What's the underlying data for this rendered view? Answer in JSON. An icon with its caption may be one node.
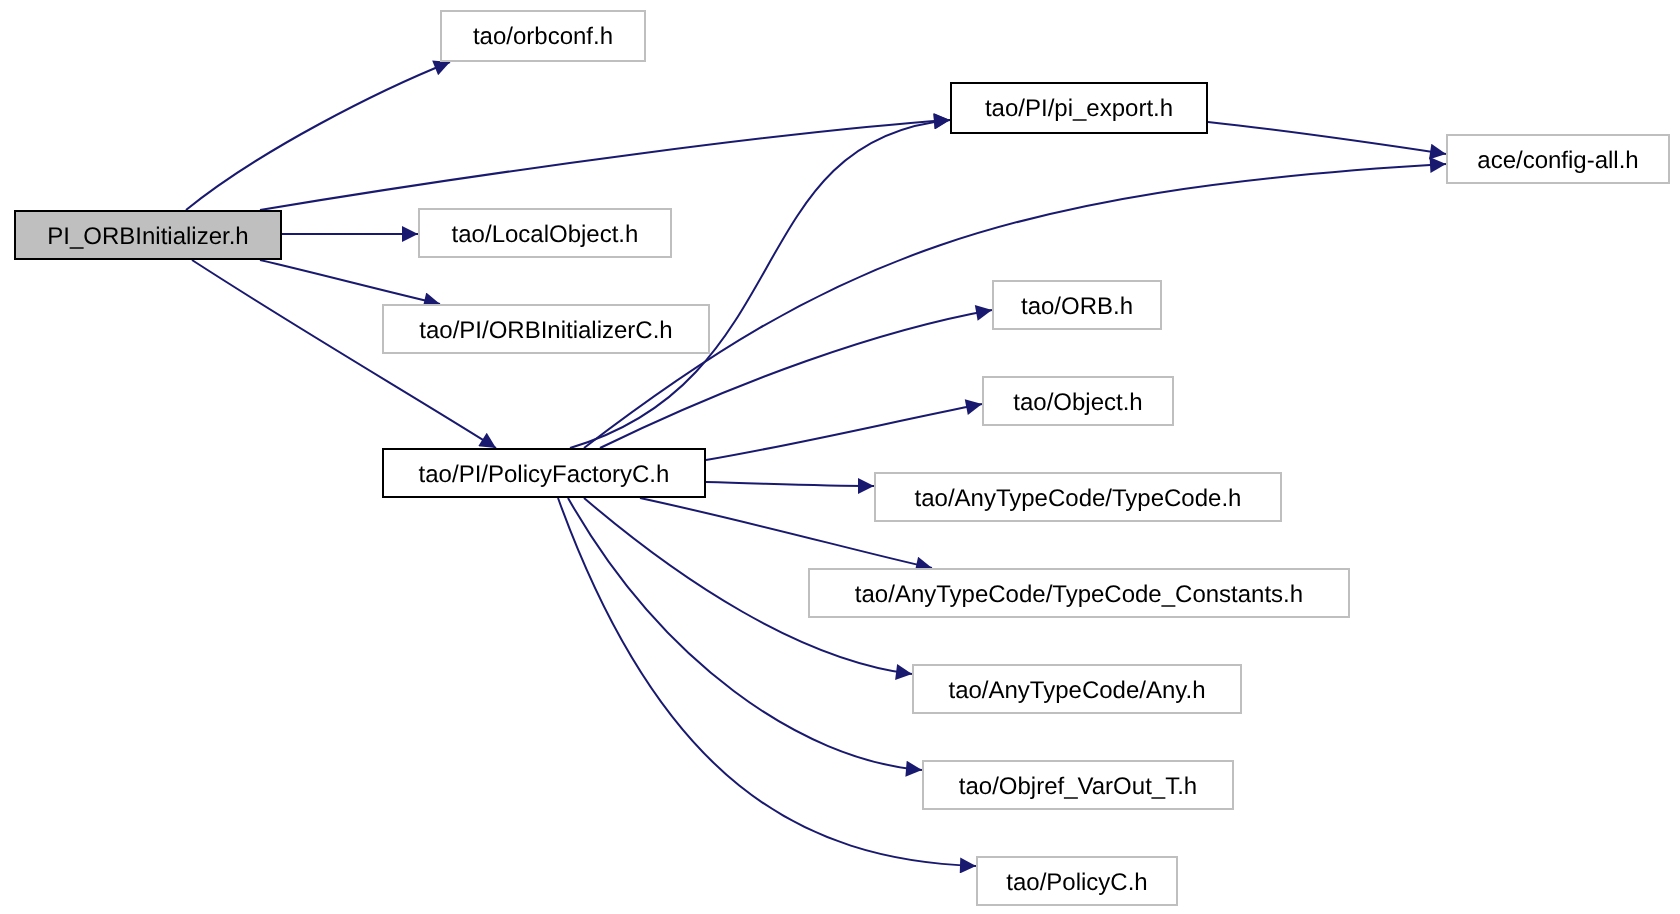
{
  "diagram": {
    "nodes": [
      {
        "text": [
          "PI_ORBInitializer.h"
        ]
      },
      {
        "text": [
          "tao/orbconf.h"
        ]
      },
      {
        "text": [
          "tao/PI/pi_export.h"
        ]
      },
      {
        "text": [
          "ace/config-all.h"
        ]
      },
      {
        "text": [
          "tao/LocalObject.h"
        ]
      },
      {
        "text": [
          "tao/PI/ORBInitializerC.h"
        ]
      },
      {
        "text": [
          "tao/PI/PolicyFactoryC.h"
        ]
      },
      {
        "text": [
          "tao/ORB.h"
        ]
      },
      {
        "text": [
          "tao/Object.h"
        ]
      },
      {
        "text": [
          "tao/AnyTypeCode/TypeCode.h"
        ]
      },
      {
        "text": [
          "tao/AnyTypeCode/TypeCode_Constants.h"
        ]
      },
      {
        "text": [
          "tao/AnyTypeCode/Any.h"
        ]
      },
      {
        "text": [
          "tao/Objref_VarOut_T.h"
        ]
      },
      {
        "text": [
          "tao/PolicyC.h"
        ]
      }
    ],
    "edges": [
      {
        "from": 0,
        "to": 1,
        "arrow": "to"
      },
      {
        "from": 0,
        "to": 2,
        "arrow": "to"
      },
      {
        "from": 0,
        "to": 4,
        "arrow": "to"
      },
      {
        "from": 0,
        "to": 5,
        "arrow": "to"
      },
      {
        "from": 0,
        "to": 6,
        "arrow": "to"
      },
      {
        "from": 2,
        "to": 3,
        "arrow": "to"
      },
      {
        "from": 6,
        "to": 2,
        "arrow": "to"
      },
      {
        "from": 6,
        "to": 3,
        "arrow": "to"
      },
      {
        "from": 6,
        "to": 7,
        "arrow": "to"
      },
      {
        "from": 6,
        "to": 8,
        "arrow": "to"
      },
      {
        "from": 6,
        "to": 9,
        "arrow": "to"
      },
      {
        "from": 6,
        "to": 10,
        "arrow": "to"
      },
      {
        "from": 6,
        "to": 11,
        "arrow": "to"
      },
      {
        "from": 6,
        "to": 12,
        "arrow": "to"
      },
      {
        "from": 6,
        "to": 13,
        "arrow": "to"
      }
    ]
  }
}
